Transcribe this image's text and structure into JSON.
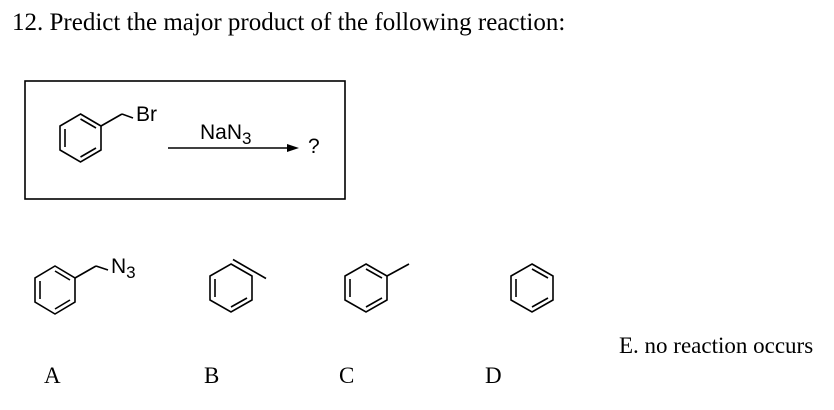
{
  "question": {
    "text": "12. Predict the major product of the following reaction:"
  },
  "reaction": {
    "substituent": "Br",
    "reagent_main": "NaN",
    "reagent_subscript": "3",
    "product": "?"
  },
  "options": {
    "a": {
      "label": "A",
      "group_main": "N",
      "group_subscript": "3"
    },
    "b": {
      "label": "B"
    },
    "c": {
      "label": "C"
    },
    "d": {
      "label": "D"
    },
    "e": {
      "label": "E. no reaction occurs"
    }
  }
}
